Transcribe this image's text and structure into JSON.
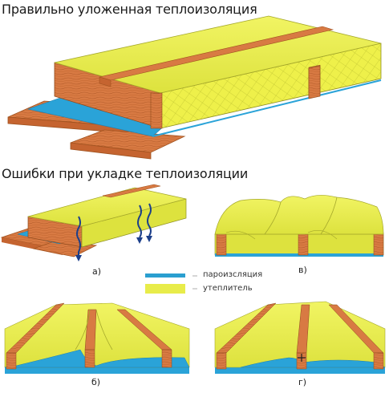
{
  "headings": {
    "correct": "Правильно уложенная теплоизоляция",
    "errors": "Ошибки при укладке теплоизоляции"
  },
  "panels": {
    "a": "а)",
    "b": "б)",
    "v": "в)",
    "g": "г)"
  },
  "legend": {
    "vapor_barrier": "пароизсляция",
    "insulation": "утеплитель",
    "vapor_color": "#2a9fd0",
    "insulation_color": "#e8ec4a"
  },
  "colors": {
    "wood": "#d9743e",
    "wood_dark": "#b85a28",
    "insulation": "#e8ec4a",
    "insulation_dark": "#cfd43a",
    "vapor": "#2aa3d8",
    "arrow": "#1c3f8a"
  },
  "icons": {
    "arrows": "wavy-down-arrow-icon",
    "crack": "cross-mark-icon"
  }
}
